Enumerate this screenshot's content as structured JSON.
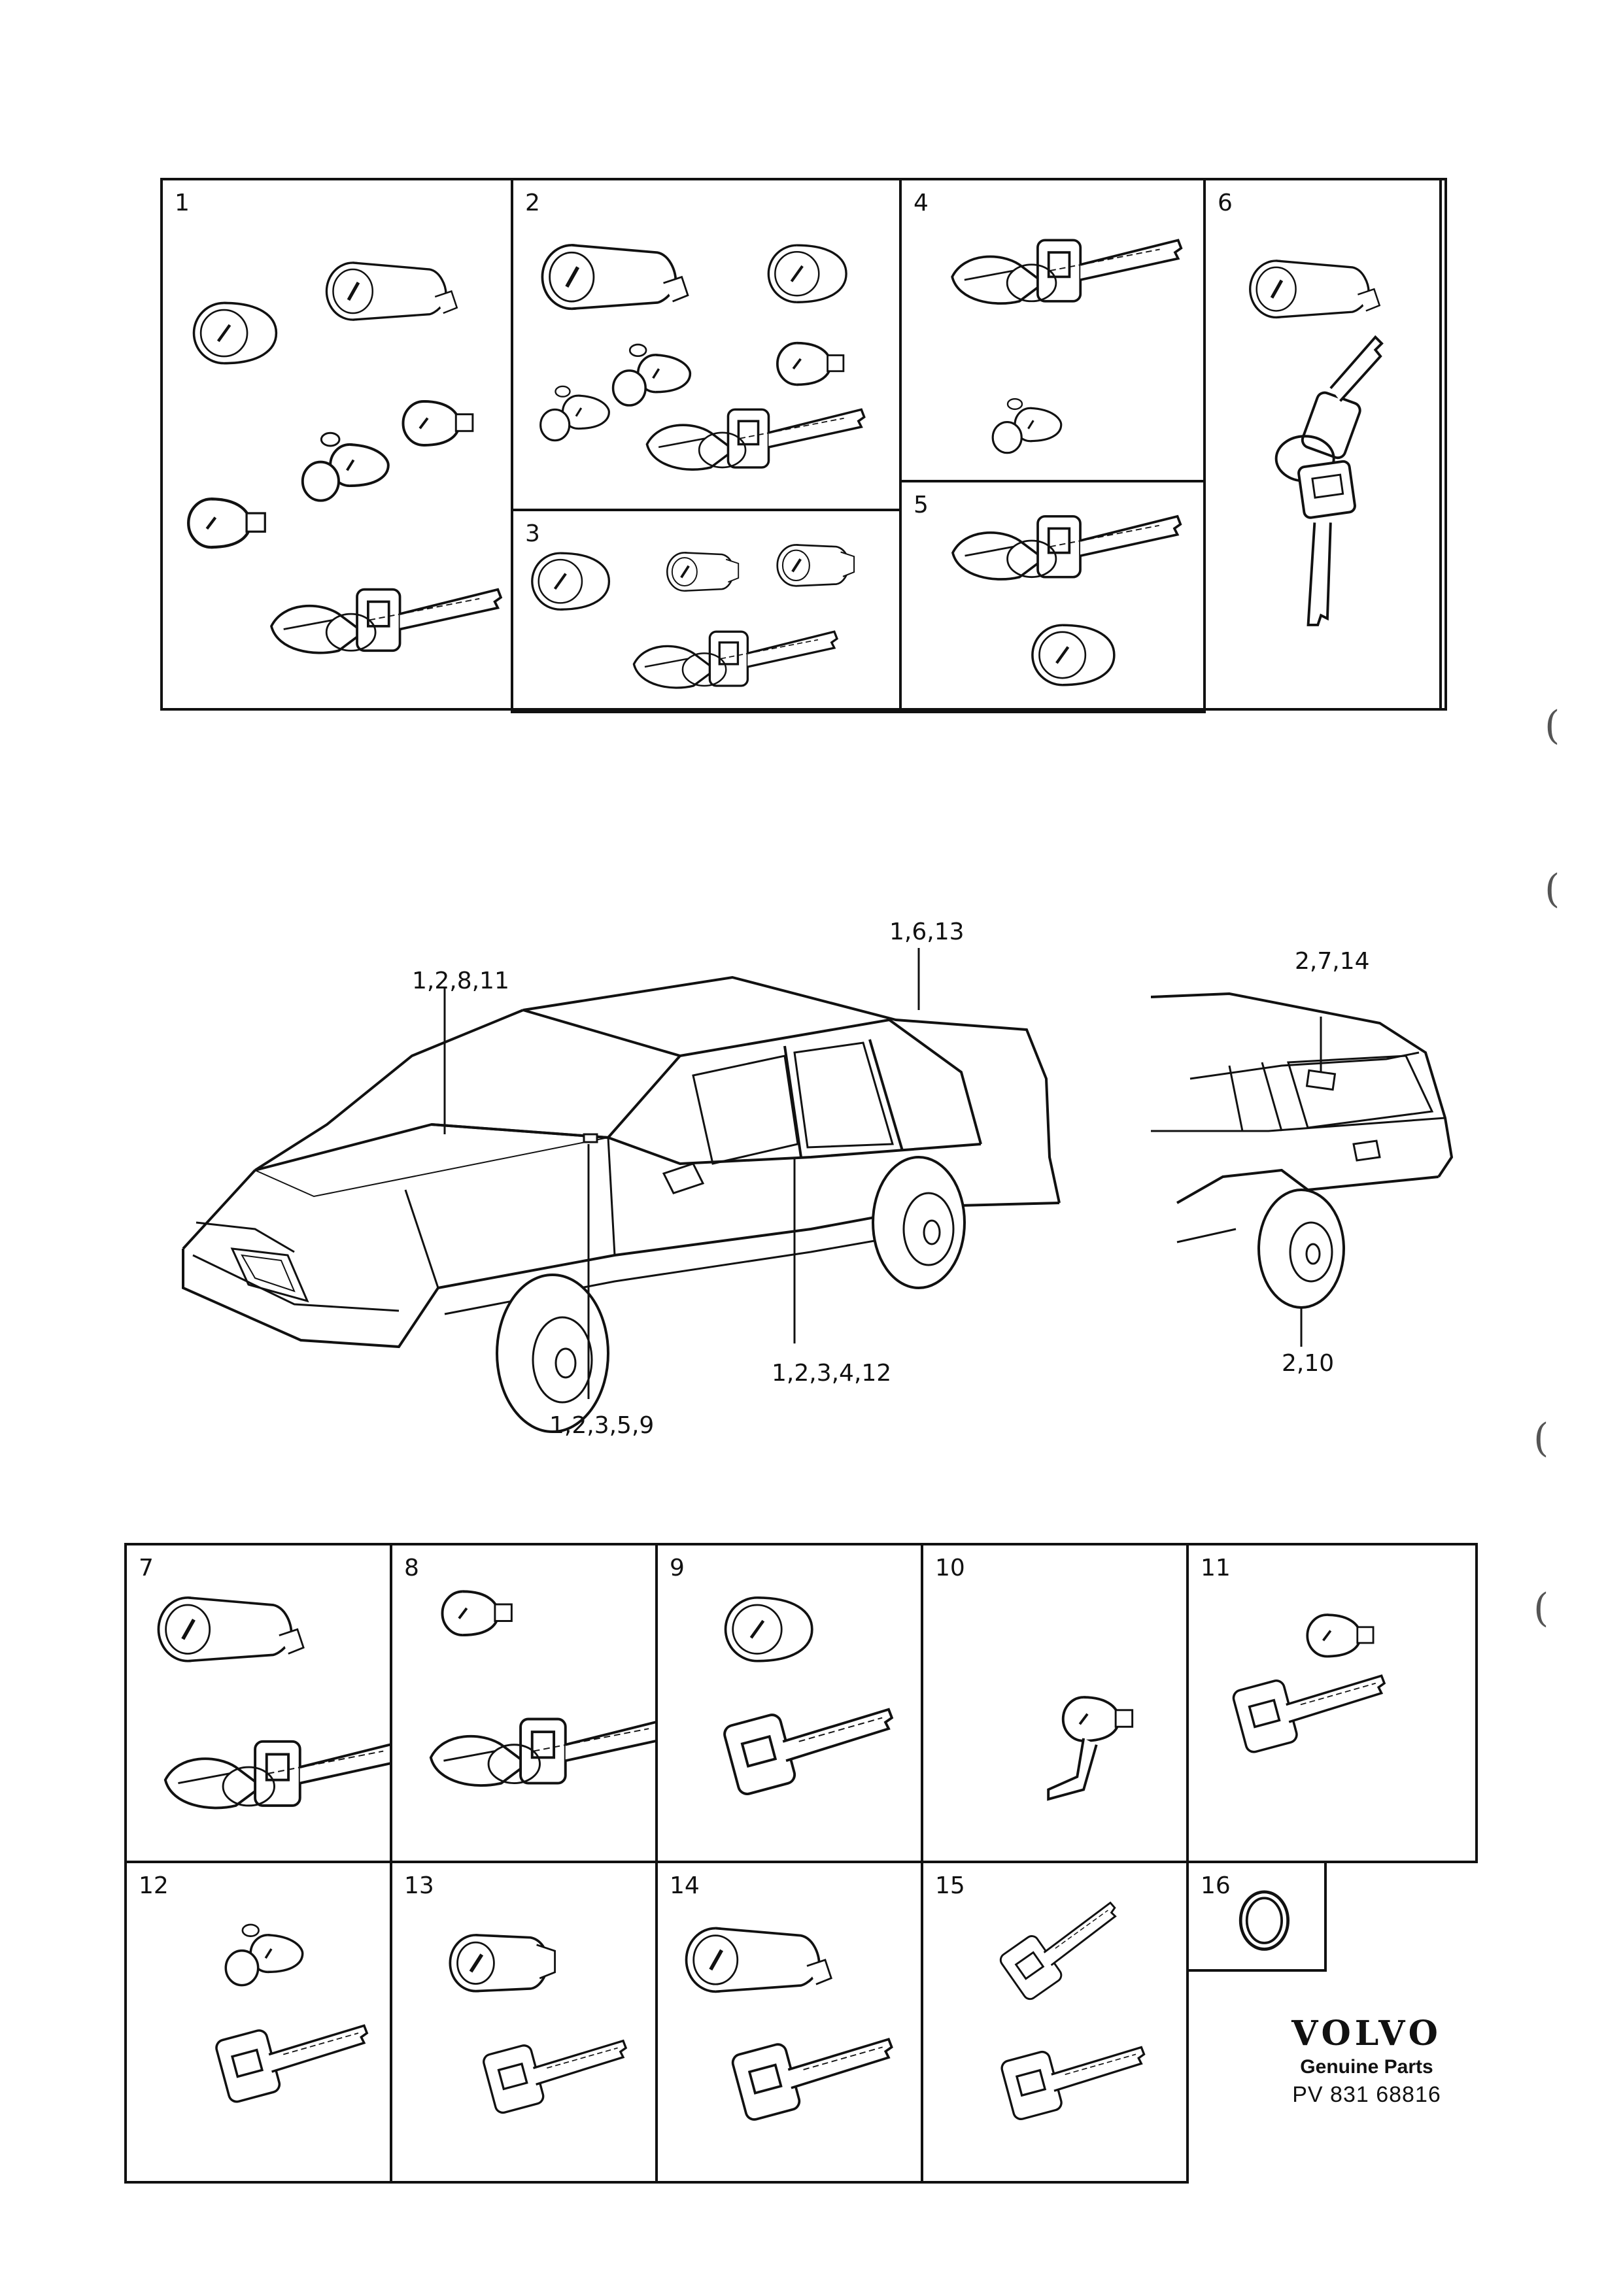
{
  "top_panels": [
    {
      "id": "p1",
      "label": "1"
    },
    {
      "id": "p2",
      "label": "2"
    },
    {
      "id": "p3",
      "label": "3"
    },
    {
      "id": "p4",
      "label": "4"
    },
    {
      "id": "p5",
      "label": "5"
    },
    {
      "id": "p6",
      "label": "6"
    }
  ],
  "bottom_panels": [
    {
      "id": "p7",
      "label": "7"
    },
    {
      "id": "p8",
      "label": "8"
    },
    {
      "id": "p9",
      "label": "9"
    },
    {
      "id": "p10",
      "label": "10"
    },
    {
      "id": "p11",
      "label": "11"
    },
    {
      "id": "p12",
      "label": "12"
    },
    {
      "id": "p13",
      "label": "13"
    },
    {
      "id": "p14",
      "label": "14"
    },
    {
      "id": "p15",
      "label": "15"
    },
    {
      "id": "p16",
      "label": "16"
    }
  ],
  "callouts": {
    "hood": "1,2,8,11",
    "trunk": "1,6,13",
    "front_door": "1,2,3,5,9",
    "rear_door": "1,2,3,4,12",
    "wagon_tailgate": "2,7,14",
    "wagon_fuel": "2,10"
  },
  "brand": {
    "logo": "VOLVO",
    "subtitle": "Genuine Parts",
    "part_number": "PV 831 68816"
  },
  "margin_marks": [
    "(",
    "(",
    "(",
    "("
  ]
}
